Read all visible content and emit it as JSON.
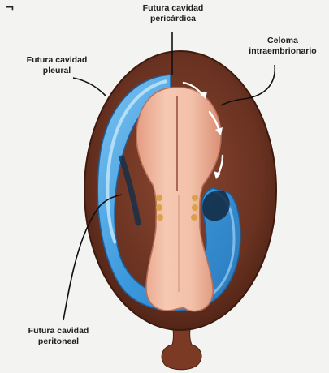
{
  "corner_mark": "¬",
  "labels": {
    "pericardica": {
      "line1": "Futura cavidad",
      "line2": "pericárdica"
    },
    "celoma": {
      "line1": "Celoma",
      "line2": "intraembrionario"
    },
    "pleural": {
      "line1": "Futura cavidad",
      "line2": "pleural"
    },
    "peritoneal": {
      "line1": "Futura cavidad",
      "line2": "peritoneal"
    }
  },
  "colors": {
    "background": "#f3f3f1",
    "shell": "#5a2a1c",
    "shell_inner": "#7a3a24",
    "cavity_blue": "#3f9fe0",
    "cavity_light": "#9fd2f5",
    "embryo_pink": "#f0b8a0",
    "embryo_shadow": "#d98f75",
    "somite": "#d9a24a",
    "arrow": "#ffffff",
    "leader": "#111111"
  }
}
